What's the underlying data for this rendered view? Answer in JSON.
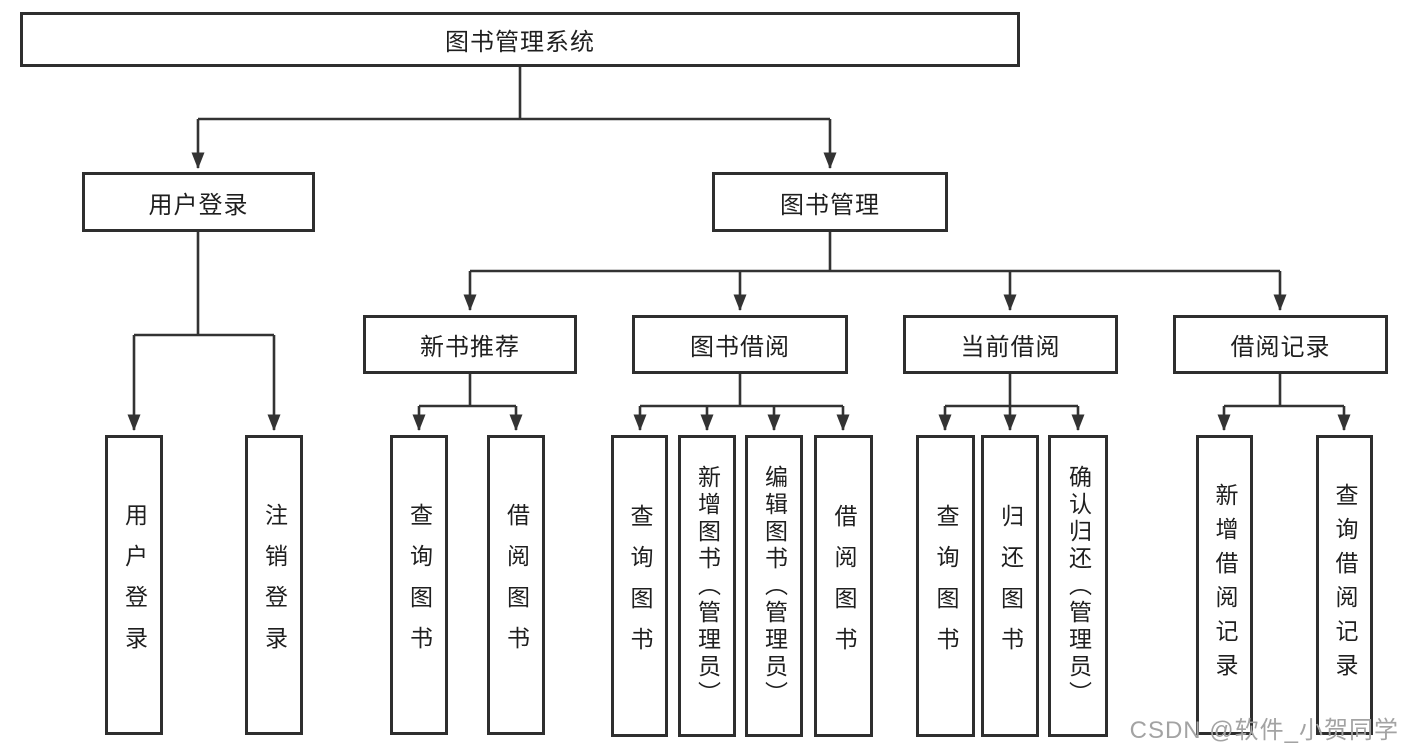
{
  "diagram_title": "图书管理系统",
  "nodes": {
    "root": "图书管理系统",
    "l2_user_login": "用户登录",
    "l2_book_mgmt": "图书管理",
    "l3_new_book": "新书推荐",
    "l3_book_borrow": "图书借阅",
    "l3_current_borrow": "当前借阅",
    "l3_borrow_records": "借阅记录",
    "leaf_user_login": "用户登录",
    "leaf_logout": "注销登录",
    "leaf_query_books_1": "查询图书",
    "leaf_borrow_books_1": "借阅图书",
    "leaf_query_books_2": "查询图书",
    "leaf_add_books_admin": "新增图书（管理员）",
    "leaf_edit_books_admin": "编辑图书（管理员）",
    "leaf_borrow_books_2": "借阅图书",
    "leaf_query_books_3": "查询图书",
    "leaf_return_books": "归还图书",
    "leaf_confirm_return_admin": "确认归还（管理员）",
    "leaf_add_borrow_record": "新增借阅记录",
    "leaf_query_borrow_record": "查询借阅记录"
  },
  "hierarchy": {
    "root": "图书管理系统",
    "children": [
      {
        "label": "用户登录",
        "children": [
          "用户登录",
          "注销登录"
        ]
      },
      {
        "label": "图书管理",
        "children": [
          {
            "label": "新书推荐",
            "children": [
              "查询图书",
              "借阅图书"
            ]
          },
          {
            "label": "图书借阅",
            "children": [
              "查询图书",
              "新增图书（管理员）",
              "编辑图书（管理员）",
              "借阅图书"
            ]
          },
          {
            "label": "当前借阅",
            "children": [
              "查询图书",
              "归还图书",
              "确认归还（管理员）"
            ]
          },
          {
            "label": "借阅记录",
            "children": [
              "新增借阅记录",
              "查询借阅记录"
            ]
          }
        ]
      }
    ]
  },
  "watermark": "CSDN @软件_小贺同学",
  "colors": {
    "line": "#333333",
    "box_border": "#2e2e2e",
    "text": "#1f1f1f",
    "watermark": "#a3a3a3",
    "background": "#ffffff"
  }
}
